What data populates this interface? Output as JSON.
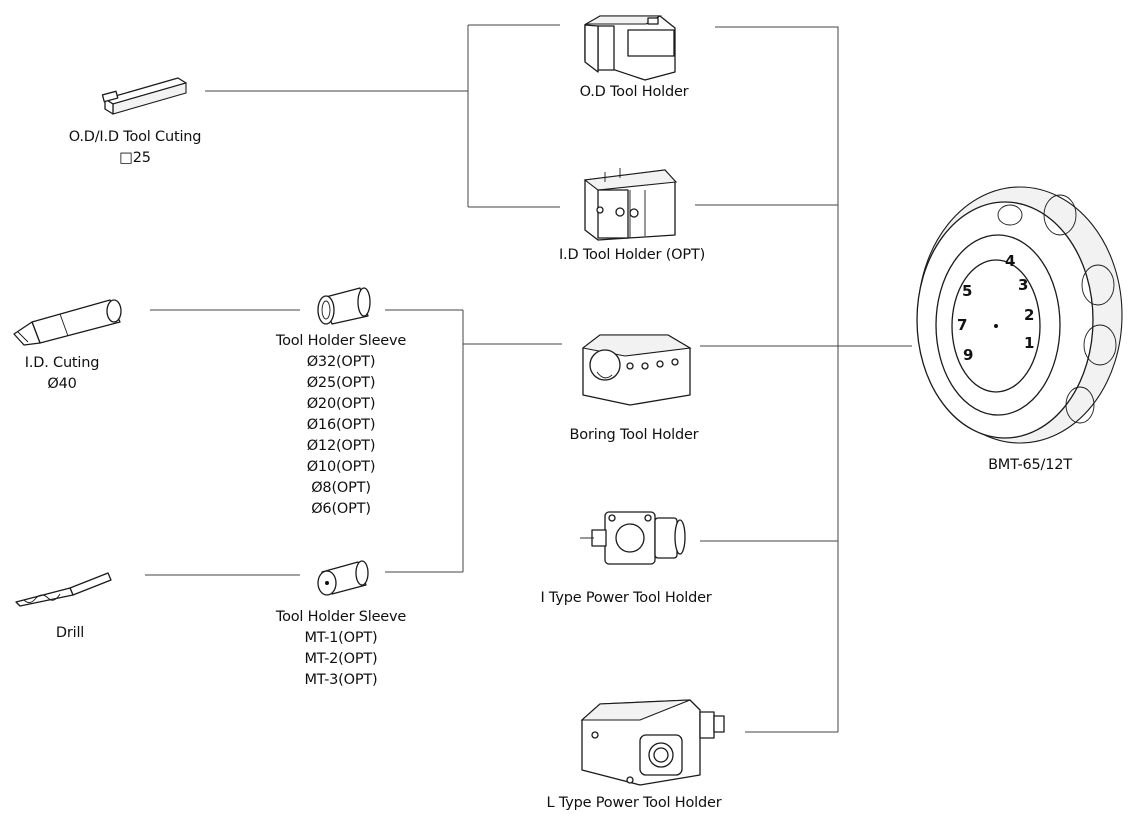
{
  "tools": {
    "od_id_cutting": {
      "name": "O.D/I.D Tool Cuting",
      "size": "□25"
    },
    "id_cutting": {
      "name": "I.D. Cuting",
      "size": "Ø40"
    },
    "drill": {
      "name": "Drill"
    }
  },
  "sleeves": {
    "straight": {
      "name": "Tool Holder Sleeve",
      "sizes": [
        "Ø32(OPT)",
        "Ø25(OPT)",
        "Ø20(OPT)",
        "Ø16(OPT)",
        "Ø12(OPT)",
        "Ø10(OPT)",
        "Ø8(OPT)",
        "Ø6(OPT)"
      ]
    },
    "morse": {
      "name": "Tool Holder Sleeve",
      "sizes": [
        "MT-1(OPT)",
        "MT-2(OPT)",
        "MT-3(OPT)"
      ]
    }
  },
  "holders": {
    "od": "O.D Tool Holder",
    "id": "I.D Tool Holder (OPT)",
    "boring": "Boring Tool Holder",
    "i_power": "I Type Power Tool Holder",
    "l_power": "L Type Power Tool Holder"
  },
  "turret": {
    "name": "BMT-65/12T"
  }
}
